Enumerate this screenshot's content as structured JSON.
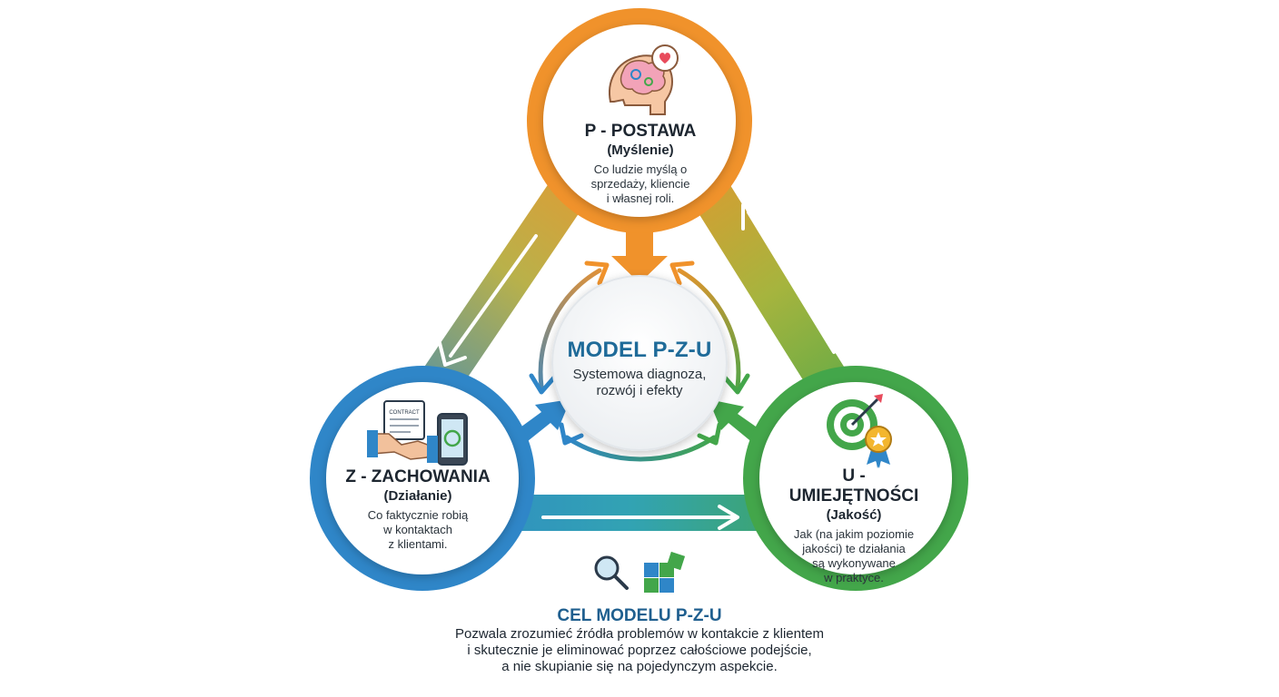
{
  "center": {
    "title": "MODEL P-Z-U",
    "desc_lines": [
      "Systemowa diagnoza,",
      "rozwój i efekty"
    ]
  },
  "nodes": {
    "p": {
      "title": "P - POSTAWA",
      "subtitle": "(Myślenie)",
      "desc_lines": [
        "Co ludzie myślą o",
        "sprzedaży, kliencie",
        "i własnej roli."
      ],
      "color": "#f0922b"
    },
    "z": {
      "title": "Z - ZACHOWANIA",
      "subtitle": "(Działanie)",
      "desc_lines": [
        "Co faktycznie robią",
        "w kontaktach",
        "z klientami."
      ],
      "color": "#2f86c8"
    },
    "u": {
      "title": "U - UMIEJĘTNOŚCI",
      "subtitle": "(Jakość)",
      "desc_lines": [
        "Jak (na jakim poziomie",
        "jakości) te działania",
        "są wykonywane",
        "w praktyce."
      ],
      "color": "#43a64a"
    }
  },
  "icons": {
    "p": "brain-heart-icon",
    "z": "handshake-contract-phone-icon",
    "u": "target-award-icon",
    "goal": "magnifier-puzzle-icon"
  },
  "contract_label": "CONTRACT",
  "goal": {
    "title": "CEL MODELU P-Z-U",
    "lines": [
      "Pozwala zrozumieć źródła problemów w kontakcie z klientem",
      "i skutecznie je eliminować poprzez całościowe podejście,",
      "a nie skupianie się na pojedynczym aspekcie."
    ]
  }
}
